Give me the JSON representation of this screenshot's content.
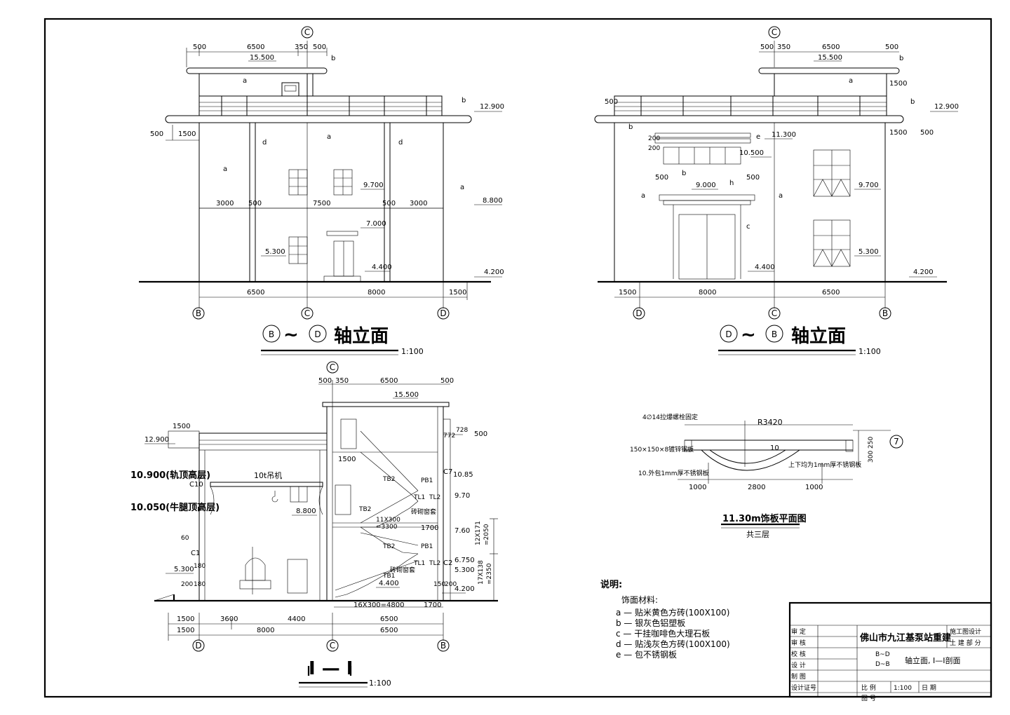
{
  "elev1": {
    "title": "轴立面",
    "scale": "1:100",
    "axis_left": "B",
    "axis_right": "D",
    "axis_mid": "C",
    "top_dims": [
      "500",
      "6500",
      "350",
      "500"
    ],
    "bottom_dims": [
      "6500",
      "8000",
      "1500"
    ],
    "mid_dims": [
      "3000",
      "500",
      "7500",
      "500",
      "3000"
    ],
    "side_dims": [
      "500",
      "1500"
    ],
    "levels": [
      "15.500",
      "12.900",
      "9.700",
      "8.800",
      "7.000",
      "5.300",
      "4.400",
      "4.200"
    ],
    "tags": [
      "a",
      "a",
      "a",
      "a",
      "b",
      "d",
      "d"
    ]
  },
  "elev2": {
    "title": "轴立面",
    "scale": "1:100",
    "axis_left": "D",
    "axis_right": "B",
    "axis_mid": "C",
    "top_dims": [
      "500",
      "350",
      "6500",
      "500"
    ],
    "bottom_dims": [
      "1500",
      "8000",
      "6500"
    ],
    "side_dims": [
      "500",
      "1500",
      "1500",
      "500",
      "200",
      "200",
      "500",
      "500"
    ],
    "levels": [
      "15.500",
      "12.900",
      "11.300",
      "10.500",
      "9.000",
      "9.700",
      "5.300",
      "4.400",
      "4.200"
    ],
    "tags": [
      "a",
      "a",
      "a",
      "b",
      "b",
      "b",
      "b",
      "c",
      "e",
      "h"
    ]
  },
  "section": {
    "title": "I — I",
    "scale": "1:100",
    "axis_top": "C",
    "axes_bottom": [
      "D",
      "C",
      "B"
    ],
    "top_dims": [
      "500",
      "350",
      "6500",
      "500"
    ],
    "dim_row1": [
      "1500",
      "3600",
      "4400",
      "6500"
    ],
    "dim_row2": [
      "1500",
      "8000",
      "6500"
    ],
    "crane": "10t吊机",
    "levels": [
      "15.500",
      "12.900",
      "10.900(轨顶高层)",
      "10.050(牛腿顶高层)",
      "8.800",
      "5.300",
      "4.400",
      "4.200",
      "10.85",
      "9.70",
      "7.60",
      "6.750",
      "5.300"
    ],
    "labels": [
      "1500",
      "728",
      "772",
      "500",
      "C10",
      "C1",
      "C7",
      "C2",
      "TB2",
      "TB2",
      "TB2",
      "TB1",
      "TL1",
      "TL2",
      "PB1",
      "PB1",
      "TL1",
      "TL2",
      "1500",
      "11X300",
      "=3300",
      "1700",
      "12X171",
      "=2050",
      "17X138",
      "=2350",
      "16X300=4800",
      "1700",
      "砖砌窗套",
      "砖砌窗套",
      "60",
      "180",
      "200",
      "180",
      "150",
      "200"
    ]
  },
  "plan": {
    "title": "11.30m饰板平面图",
    "subtitle": "共三层",
    "radius": "R3420",
    "axis": "7",
    "notes": [
      "4∅14拉爆螺栓固定",
      "150×150×8镀锌钢板",
      "10.外包1mm厚不锈钢板",
      "上下均为1mm厚不锈钢板"
    ],
    "dims": [
      "1000",
      "2800",
      "1000"
    ],
    "side_dims": [
      "250",
      "300"
    ],
    "inner": "10"
  },
  "legend": {
    "heading": "说明:",
    "subheading": "饰面材料:",
    "items": [
      "a — 贴米黄色方砖(100X100)",
      "b — 银灰色铝塑板",
      "c — 干挂咖啡色大理石板",
      "d — 贴浅灰色方砖(100X100)",
      "e — 包不锈钢板"
    ]
  },
  "titleblock": {
    "rows": [
      "审 定",
      "审 核",
      "校 核",
      "设 计",
      "制 图",
      "设计证号"
    ],
    "company": "佛山市九江基泵站重建",
    "stage": "施工图设计",
    "discipline": "土 建 部 分",
    "drawing_title": "B~D\nD~B 轴立面, I—I剖面",
    "drawing_axes1": "B~D",
    "drawing_axes2": "D~B",
    "drawing_name": "轴立面, I—I剖面",
    "scale_label": "比 例",
    "scale": "1:100",
    "date_label": "日 期",
    "number_label": "图 号"
  }
}
